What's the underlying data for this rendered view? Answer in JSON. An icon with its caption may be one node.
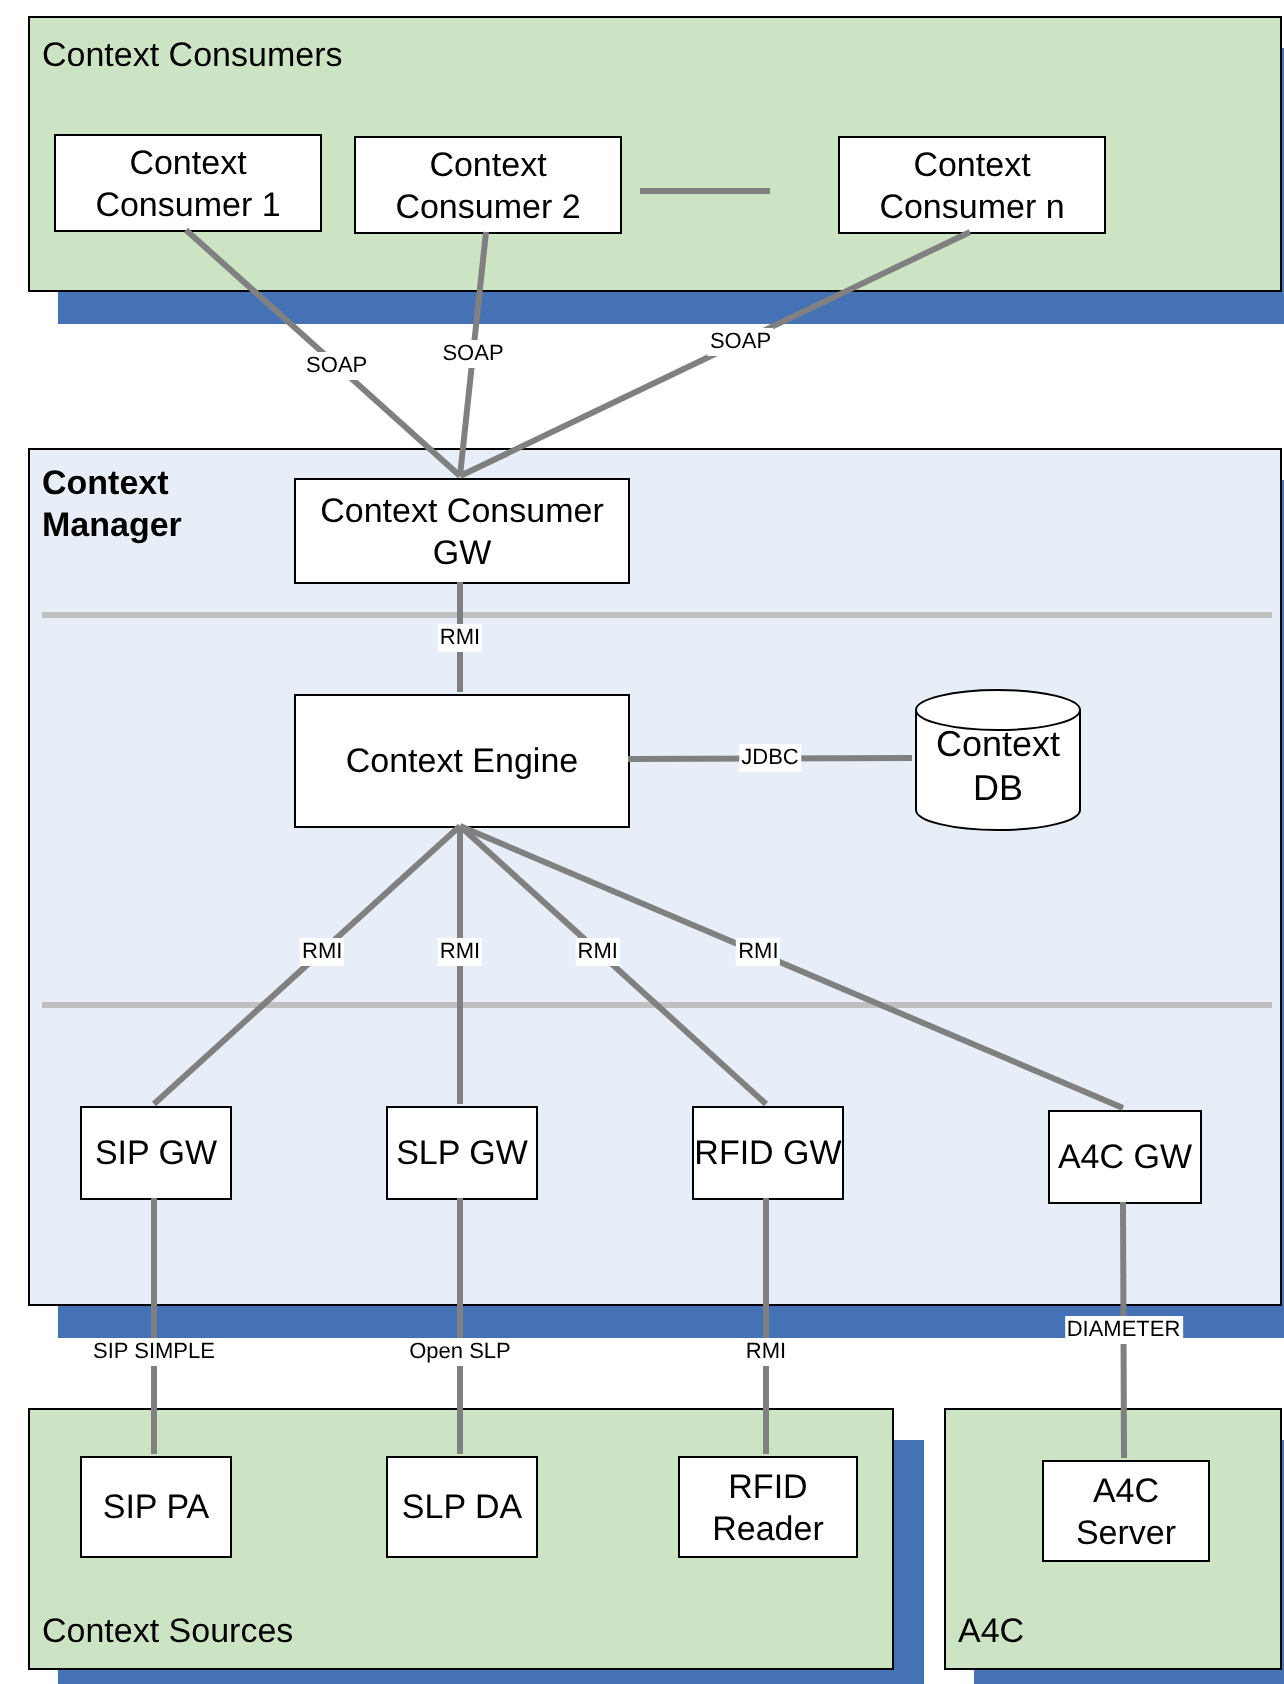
{
  "diagram": {
    "nodes": [
      {
        "text": [
          "Context Consumers"
        ]
      },
      {
        "text": [
          "Context Consumer 1"
        ],
        "in": 0
      },
      {
        "text": [
          "Context Consumer 2"
        ],
        "in": 0
      },
      {
        "text": [
          "Context Consumer n"
        ],
        "in": 0
      },
      {
        "text": [
          "Context Manager"
        ]
      },
      {
        "text": [
          "Context Consumer GW"
        ],
        "in": 4
      },
      {
        "text": [
          "Context Engine"
        ],
        "in": 4
      },
      {
        "text": [
          "Context DB"
        ],
        "in": 4
      },
      {
        "text": [
          "SIP GW"
        ],
        "in": 4
      },
      {
        "text": [
          "SLP GW"
        ],
        "in": 4
      },
      {
        "text": [
          "RFID GW"
        ],
        "in": 4
      },
      {
        "text": [
          "A4C GW"
        ],
        "in": 4
      },
      {
        "text": [
          "Context Sources"
        ]
      },
      {
        "text": [
          "SIP PA"
        ],
        "in": 12
      },
      {
        "text": [
          "SLP DA"
        ],
        "in": 12
      },
      {
        "text": [
          "RFID Reader"
        ],
        "in": 12
      },
      {
        "text": [
          "A4C"
        ]
      },
      {
        "text": [
          "A4C Server"
        ],
        "in": 16
      }
    ],
    "edges": [
      {
        "from": 1,
        "to": 5,
        "arrow": "none",
        "label": "SOAP"
      },
      {
        "from": 2,
        "to": 5,
        "arrow": "none",
        "label": "SOAP"
      },
      {
        "from": 3,
        "to": 5,
        "arrow": "none",
        "label": "SOAP"
      },
      {
        "from": 5,
        "to": 6,
        "arrow": "none",
        "label": "RMI"
      },
      {
        "from": 6,
        "to": 7,
        "arrow": "none",
        "label": "JDBC"
      },
      {
        "from": 6,
        "to": 8,
        "arrow": "none",
        "label": "RMI"
      },
      {
        "from": 6,
        "to": 9,
        "arrow": "none",
        "label": "RMI"
      },
      {
        "from": 6,
        "to": 10,
        "arrow": "none",
        "label": "RMI"
      },
      {
        "from": 6,
        "to": 11,
        "arrow": "none",
        "label": "RMI"
      },
      {
        "from": 8,
        "to": 13,
        "arrow": "none",
        "label": "SIP SIMPLE"
      },
      {
        "from": 9,
        "to": 14,
        "arrow": "none",
        "label": "Open SLP"
      },
      {
        "from": 10,
        "to": 15,
        "arrow": "none",
        "label": "RMI"
      },
      {
        "from": 11,
        "to": 17,
        "arrow": "none",
        "label": "DIAMETER"
      }
    ]
  }
}
